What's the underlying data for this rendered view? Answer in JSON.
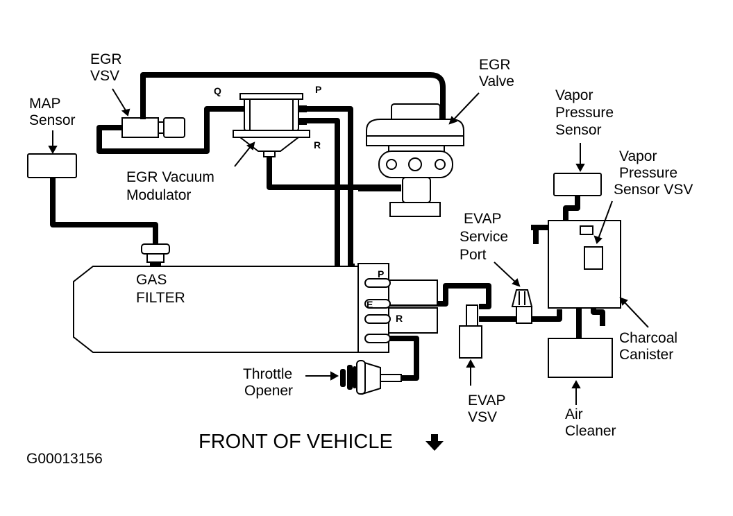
{
  "labels": {
    "egr_vsv": [
      "EGR",
      "VSV"
    ],
    "map_sensor": [
      "MAP",
      "Sensor"
    ],
    "egr_valve": [
      "EGR",
      "Valve"
    ],
    "egr_vacuum_modulator": [
      "EGR Vacuum",
      "Modulator"
    ],
    "vapor_pressure_sensor": [
      "Vapor",
      "Pressure",
      "Sensor"
    ],
    "vapor_pressure_sensor_vsv": [
      "Vapor",
      "Pressure",
      "Sensor VSV"
    ],
    "evap_service_port": [
      "EVAP",
      "Service",
      "Port"
    ],
    "gas_filter": [
      "GAS",
      "FILTER"
    ],
    "charcoal_canister": [
      "Charcoal",
      "Canister"
    ],
    "throttle_opener": [
      "Throttle",
      "Opener"
    ],
    "evap_vsv": [
      "EVAP",
      "VSV"
    ],
    "air_cleaner": [
      "Air",
      "Cleaner"
    ]
  },
  "port_letters": {
    "q": "Q",
    "p_top": "P",
    "r_top": "R",
    "p_body": "P",
    "e_body": "E",
    "r_body": "R"
  },
  "footer": {
    "front_of_vehicle": "FRONT OF VEHICLE",
    "arrow_icon": "down-arrow-icon",
    "figure_id": "G00013156"
  }
}
